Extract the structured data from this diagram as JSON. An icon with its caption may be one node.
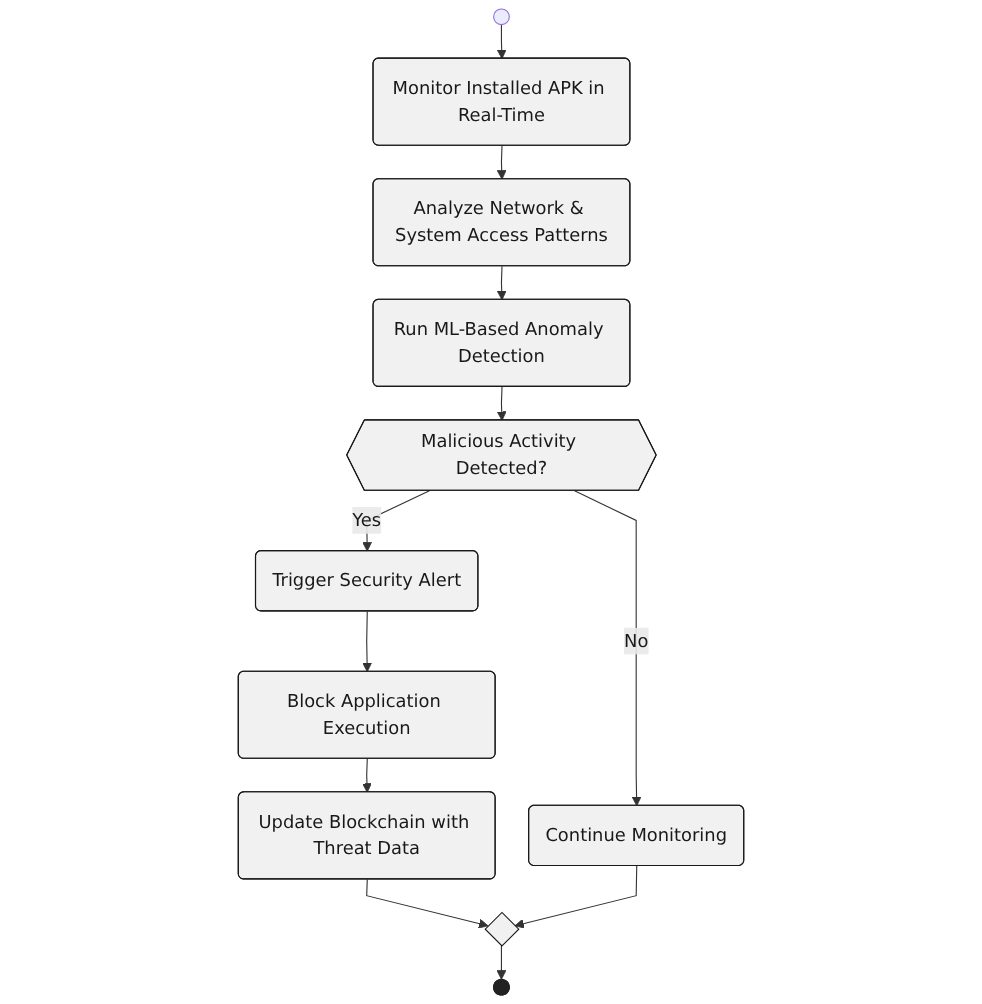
{
  "diagram": {
    "nodes": [
      {
        "text": [],
        "shape": "circle"
      },
      {
        "text": [
          "Monitor Installed APK in Real-Time"
        ]
      },
      {
        "text": [
          "Analyze Network & System Access Patterns"
        ]
      },
      {
        "text": [
          "Run ML-Based Anomaly Detection"
        ]
      },
      {
        "text": [
          "Malicious Activity Detected?"
        ]
      },
      {
        "text": [
          "Trigger Security Alert"
        ]
      },
      {
        "text": [
          "Continue Monitoring"
        ]
      },
      {
        "text": [
          "Block Application Execution"
        ]
      },
      {
        "text": [
          "Update Blockchain with Threat Data"
        ]
      },
      {
        "text": [],
        "shape": "diamond"
      },
      {
        "text": [],
        "shape": "circle"
      }
    ],
    "edges": [
      {
        "from": 0,
        "to": 1,
        "arrow": "to"
      },
      {
        "from": 1,
        "to": 2,
        "arrow": "to"
      },
      {
        "from": 2,
        "to": 3,
        "arrow": "to"
      },
      {
        "from": 3,
        "to": 4,
        "arrow": "to"
      },
      {
        "from": 4,
        "to": 5,
        "arrow": "to",
        "label": "Yes"
      },
      {
        "from": 4,
        "to": 6,
        "arrow": "to",
        "label": "No"
      },
      {
        "from": 5,
        "to": 7,
        "arrow": "to"
      },
      {
        "from": 7,
        "to": 8,
        "arrow": "to"
      },
      {
        "from": 8,
        "to": 9,
        "arrow": "to"
      },
      {
        "from": 6,
        "to": 9,
        "arrow": "to"
      },
      {
        "from": 9,
        "to": 10,
        "arrow": "to"
      }
    ]
  }
}
